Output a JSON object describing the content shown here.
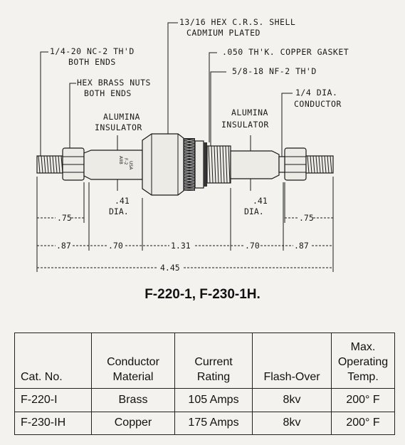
{
  "callouts": {
    "thread_both_ends": [
      "1/4-20 NC-2 TH'D",
      "BOTH ENDS"
    ],
    "hex_brass_nuts": [
      "HEX BRASS NUTS",
      "BOTH ENDS"
    ],
    "hex_shell": [
      "13/16 HEX C.R.S. SHELL",
      "CADMIUM PLATED"
    ],
    "copper_gasket": ".050 TH'K. COPPER GASKET",
    "nf_thread": "5/8-18 NF-2 TH'D",
    "conductor": [
      "1/4 DIA.",
      "CONDUCTOR"
    ],
    "alumina_left": [
      "ALUMINA",
      "INSULATOR"
    ],
    "alumina_right": [
      "ALUMINA",
      "INSULATOR"
    ]
  },
  "body_marking": [
    "AIIB",
    "F-2",
    "USA"
  ],
  "dimensions": {
    "dia_left": [
      ".41",
      "DIA."
    ],
    "dia_right": [
      ".41",
      "DIA."
    ],
    "left_75": ".75",
    "right_75": ".75",
    "left_87": ".87",
    "left_70": ".70",
    "center_131": "1.31",
    "right_70": ".70",
    "right_87": ".87",
    "overall": "4.45"
  },
  "model_title": "F-220-1, F-230-1H.",
  "table": {
    "headers": [
      [
        "Cat. No."
      ],
      [
        "Conductor",
        "Material"
      ],
      [
        "Current",
        "Rating"
      ],
      [
        "Flash-Over"
      ],
      [
        "Max.",
        "Operating",
        "Temp."
      ]
    ],
    "rows": [
      [
        "F-220-I",
        "Brass",
        "105 Amps",
        "8kv",
        "200° F"
      ],
      [
        "F-230-IH",
        "Copper",
        "175 Amps",
        "8kv",
        "200° F"
      ]
    ]
  }
}
